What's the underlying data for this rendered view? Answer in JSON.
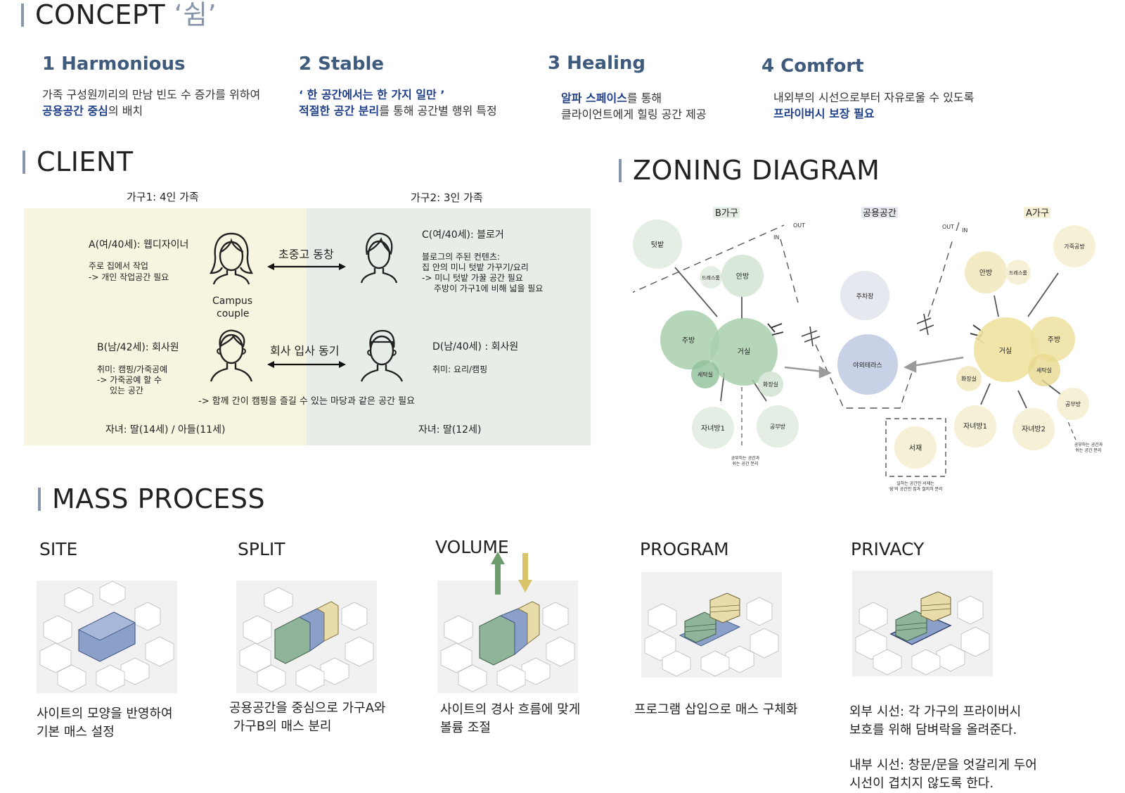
{
  "concept": {
    "title": "CONCEPT",
    "title_accent": "‘쉼’",
    "items": [
      {
        "heading": "1 Harmonious",
        "line1": "가족 구성원끼리의 만남 빈도 수 증가를 위하여",
        "line2_bold": "공용공간 중심",
        "line2_rest": "의 배치"
      },
      {
        "heading": "2 Stable",
        "line1_bold": "‘ 한 공간에서는 한 가지 일만 ’",
        "line2_bold": "적절한 공간 분리",
        "line2_rest": "를 통해 공간별 행위 특정"
      },
      {
        "heading": "3 Healing",
        "line1_bold": "알파 스페이스",
        "line1_rest": "를 통해",
        "line2": "클라이언트에게 힐링 공간 제공"
      },
      {
        "heading": "4 Comfort",
        "line1": "내외부의 시선으로부터 자유로울 수 있도록",
        "line2_bold": "프라이버시 보장 필요"
      }
    ]
  },
  "client": {
    "title": "CLIENT",
    "family1": "가구1: 4인 가족",
    "family2": "가구2: 3인 가족",
    "a_name": "A(여/40세): 웹디자이너",
    "a_desc1": "주로 집에서 작업",
    "a_desc2": "-> 개인 작업공간 필요",
    "campus1": "Campus",
    "campus2": "couple",
    "rel1": "초중고 동창",
    "c_name": "C(여/40세): 블로거",
    "c_desc1": "블로그의 주된 컨텐츠:",
    "c_desc2": "집 안의 미니 텃밭 가꾸기/요리",
    "c_desc3": "-> 미니 텃밭 가꿀 공간 필요",
    "c_desc4": "주방이 가구1에 비해 넓을 필요",
    "b_name": "B(남/42세): 회사원",
    "b_desc1": "취미: 캠핑/가죽공예",
    "b_desc2": "-> 가죽공예 할 수",
    "b_desc3": "있는 공간",
    "rel2": "회사 입사 동기",
    "d_name": "D(남/40세) : 회사원",
    "d_desc1": "취미: 요리/캠핑",
    "shared_need": "-> 함께 간이 캠핑을 즐길 수 있는 마당과 같은 공간 필요",
    "children1": "자녀: 딸(14세) / 아들(11세)",
    "children2": "자녀: 딸(12세)"
  },
  "zoning": {
    "title": "ZONING DIAGRAM",
    "label_b": "B가구",
    "label_common": "공용공간",
    "label_a": "A가구",
    "out_left": "OUT",
    "in_left": "IN",
    "out_right": "OUT",
    "in_right": "IN",
    "b_rooms": {
      "garden": "텃밭",
      "dress": "드레스룸",
      "master": "안방",
      "kitchen": "주방",
      "living": "거실",
      "laundry": "세탁실",
      "bath": "화장실",
      "child": "자녀방1",
      "study": "공부방"
    },
    "common_rooms": {
      "parking": "주차장",
      "terrace": "야외테라스",
      "library": "서재"
    },
    "a_rooms": {
      "craft": "가죽공방",
      "master": "안방",
      "dress": "드레스룸",
      "living": "거실",
      "kitchen": "주방",
      "laundry": "세탁실",
      "bath": "화장실",
      "study": "공부방",
      "child1": "자녀방1",
      "child2": "자녀방2"
    },
    "note_b1": "공부하는 공간과",
    "note_b2": "쉬는 공간 분리",
    "note_lib1": "일하는 공간인 서재는",
    "note_lib2": "'쉼'의 공간인 집과 철저히 분리",
    "note_a1": "공부하는 공간과",
    "note_a2": "쉬는 공간 분리"
  },
  "mass": {
    "title": "MASS PROCESS",
    "steps": [
      {
        "title": "SITE",
        "line1": "사이트의 모양을 반영하여",
        "line2": "기본 매스 설정"
      },
      {
        "title": "SPLIT",
        "line1": "공용공간을 중심으로 가구A와",
        "line2": " 가구B의 매스 분리"
      },
      {
        "title": "VOLUME",
        "line1": "사이트의 경사 흐름에 맞게",
        "line2": "볼륨 조절"
      },
      {
        "title": "PROGRAM",
        "line1": "프로그램 삽입으로 매스 구체화",
        "line2": ""
      },
      {
        "title": "PRIVACY",
        "line1": "외부 시선: 각 가구의 프라이버시",
        "line2": "보호를 위해 담벼락을 올려준다.",
        "line3": "내부 시선: 창문/문을 엇갈리게 두어",
        "line4": "시선이 겹치지 않도록 한다."
      }
    ]
  },
  "colors": {
    "accent": "#8796ad",
    "blue_text": "#1f3f8a",
    "heading_blue": "#3e5a7c",
    "green": "#9fc8a6",
    "yellow": "#efe0a0",
    "lavender": "#c9d1e6",
    "mass_blue": "#8aa0c8",
    "mass_green": "#8fb49a",
    "mass_yellow": "#e8dcab"
  }
}
